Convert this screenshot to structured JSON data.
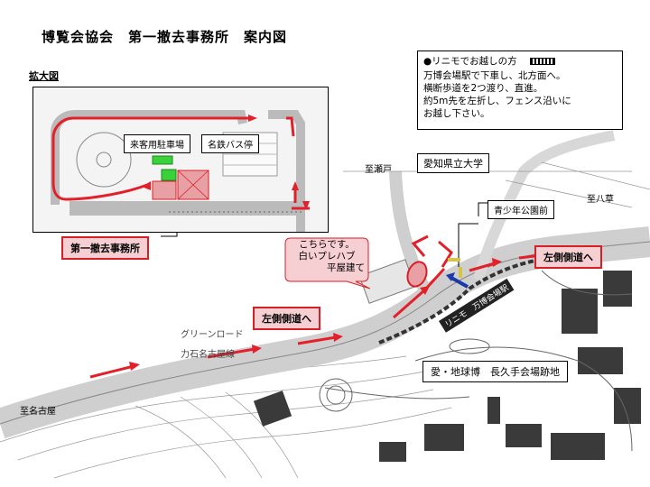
{
  "title": "博覧会協会　第一撤去事務所　案内図",
  "enlarged_label": "拡大図",
  "info": {
    "heading": "●リニモでお越しの方",
    "lines": [
      "万博会場駅で下車し、北方面へ。",
      "横断歩道を2つ渡り、直進。",
      "約5m先を左折し、フェンス沿いに",
      "お越し下さい。"
    ]
  },
  "inset": {
    "visitor_parking": "来客用駐車場",
    "meitetsu_bus": "名鉄バス停"
  },
  "office_label": "第一撤去事務所",
  "university": "愛知県立大学",
  "to_seto": "至瀬戸",
  "to_yakusa": "至八草",
  "to_nagoya": "至名古屋",
  "youth_park_station": "青少年公園前",
  "callout": {
    "line1": "こちらです。",
    "line2": "白いプレハブ",
    "line3": "平屋建て"
  },
  "left_sidewalk_right": "左側側道へ",
  "left_sidewalk_left": "左側側道へ",
  "green_road": "グリーンロード",
  "chikaraishi_line": "力石名古屋線",
  "linimo_station": "リニモ　万博会場駅",
  "expo_site": "愛・地球博　長久手会場跡地",
  "colors": {
    "route": "#e3202a",
    "label_fill": "#f6cfd3",
    "parking": "#39d23a",
    "office": "#e8a0a4"
  }
}
